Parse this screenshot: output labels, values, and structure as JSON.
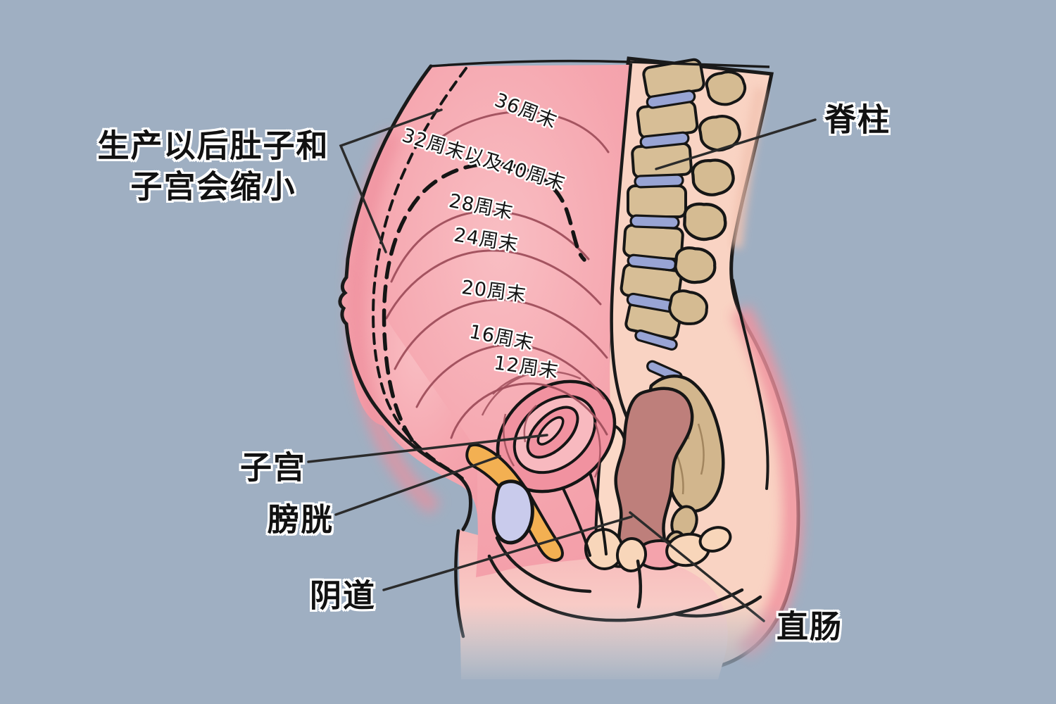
{
  "title": "pregnancy-uterus-week-height-diagram",
  "background_color": "#9fafc2",
  "annotations": {
    "postpartum_note_line1": "生产以后肚子和",
    "postpartum_note_line2": "子宫会缩小",
    "spine_label": "脊柱",
    "uterus_label": "子宫",
    "bladder_label": "膀胱",
    "vagina_label": "阴道",
    "rectum_label": "直肠"
  },
  "week_marks": [
    {
      "label": "36周末"
    },
    {
      "label": "32周末以及40周末"
    },
    {
      "label": "28周末"
    },
    {
      "label": "24周末"
    },
    {
      "label": "20周末"
    },
    {
      "label": "16周末"
    },
    {
      "label": "12周末"
    }
  ],
  "colors": {
    "background": "#9fafc2",
    "body_pink": "#f5a5ae",
    "body_pink_light": "#f9c0c5",
    "body_shading": "#ee8e9c",
    "outline_black": "#1a1a1a",
    "week_arc_line": "#a04f5c",
    "back_skin": "#f9d3c3",
    "vertebra_bone": "#d7be96",
    "disc_blue": "#98a4d4",
    "sacrum_bone": "#d2b68d",
    "uterus_fold_dark": "#f192a0",
    "uterus_fold_light": "#f8b9bf",
    "bladder_orange": "#f3b052",
    "pubic_symphysis_lavender": "#c9cbec",
    "rectum_brown": "#be7f7b",
    "vulva_pale": "#f8d6ba"
  }
}
